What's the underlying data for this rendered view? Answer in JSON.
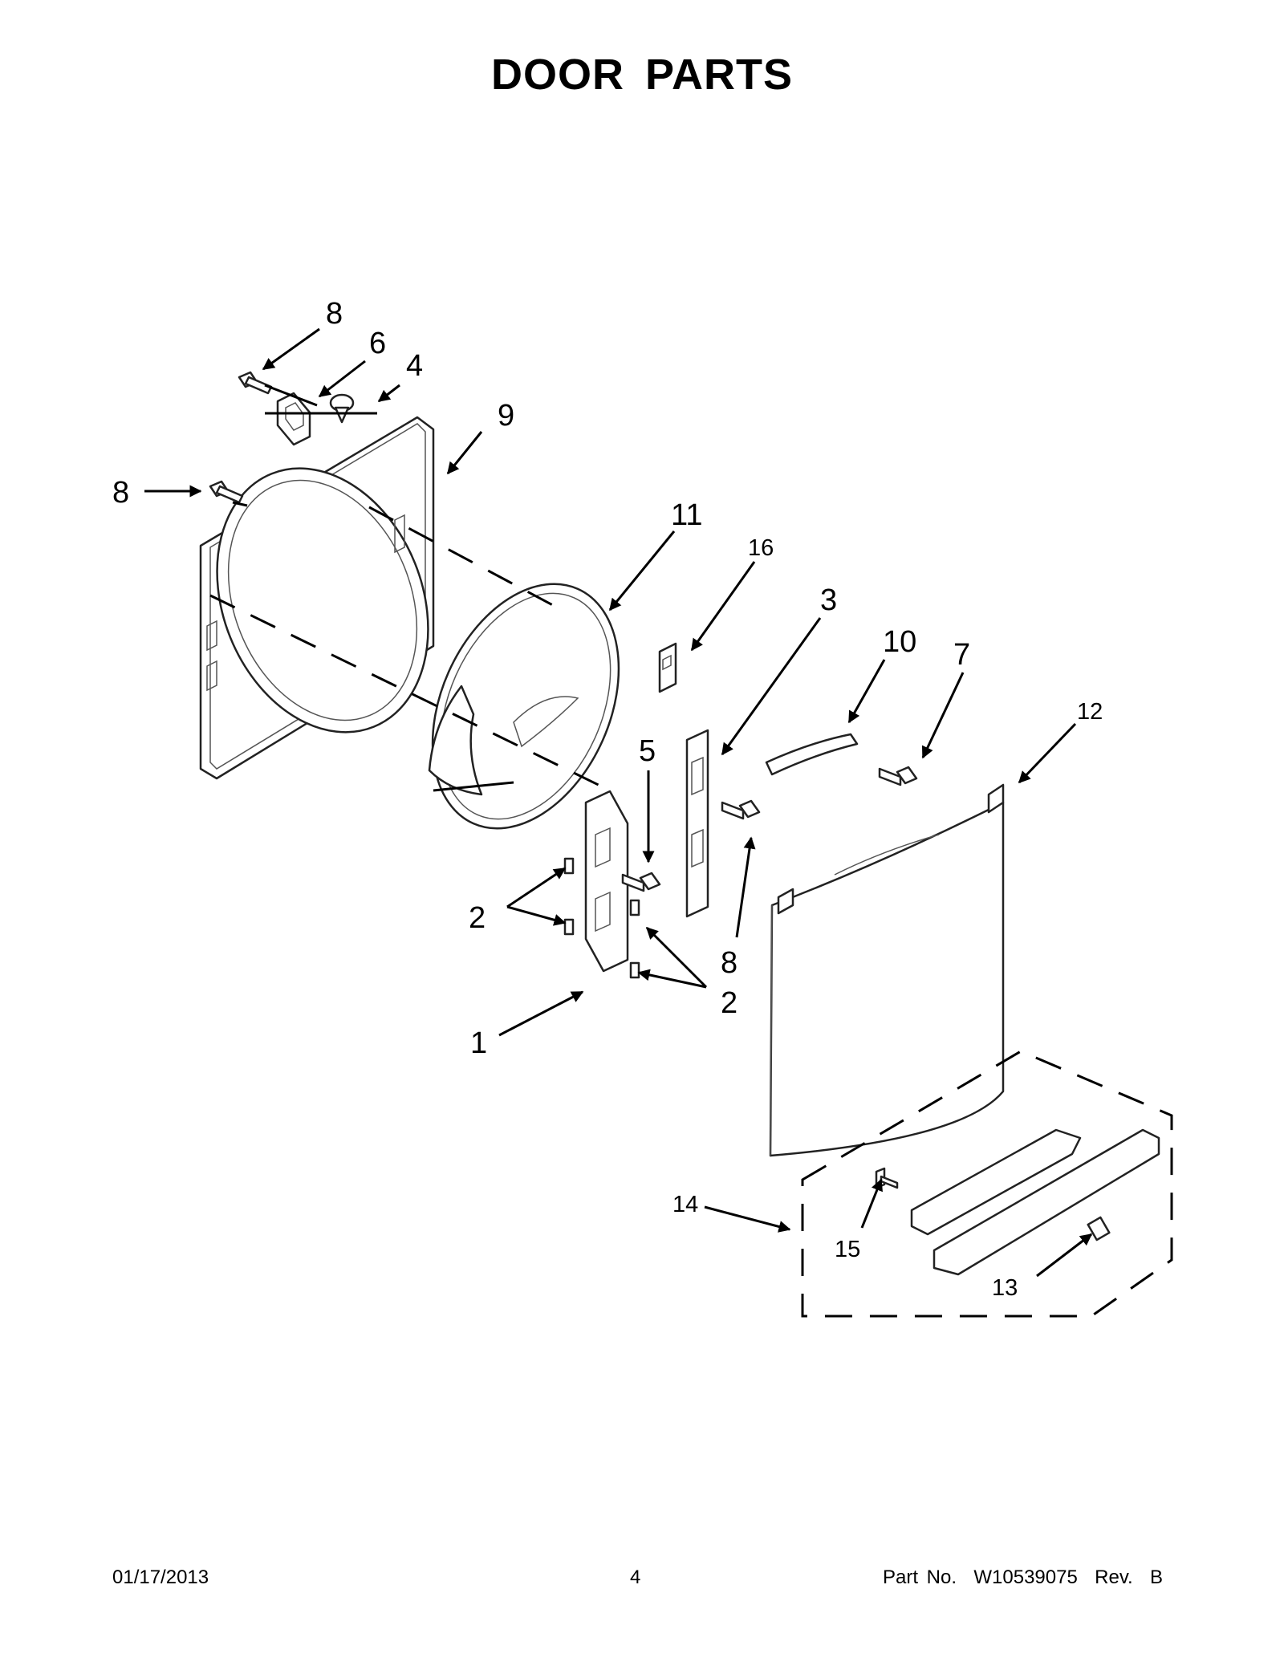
{
  "page": {
    "title": "DOOR PARTS"
  },
  "callouts": {
    "c1": "1",
    "c2a": "2",
    "c2b": "2",
    "c3": "3",
    "c4": "4",
    "c5": "5",
    "c6": "6",
    "c7": "7",
    "c8a": "8",
    "c8b": "8",
    "c8c": "8",
    "c9": "9",
    "c10": "10",
    "c11": "11",
    "c12": "12",
    "c13": "13",
    "c14": "14",
    "c15": "15",
    "c16": "16"
  },
  "footer": {
    "date": "01/17/2013",
    "page_number": "4",
    "part_number": "Part No.  W10539075  Rev.  B"
  }
}
